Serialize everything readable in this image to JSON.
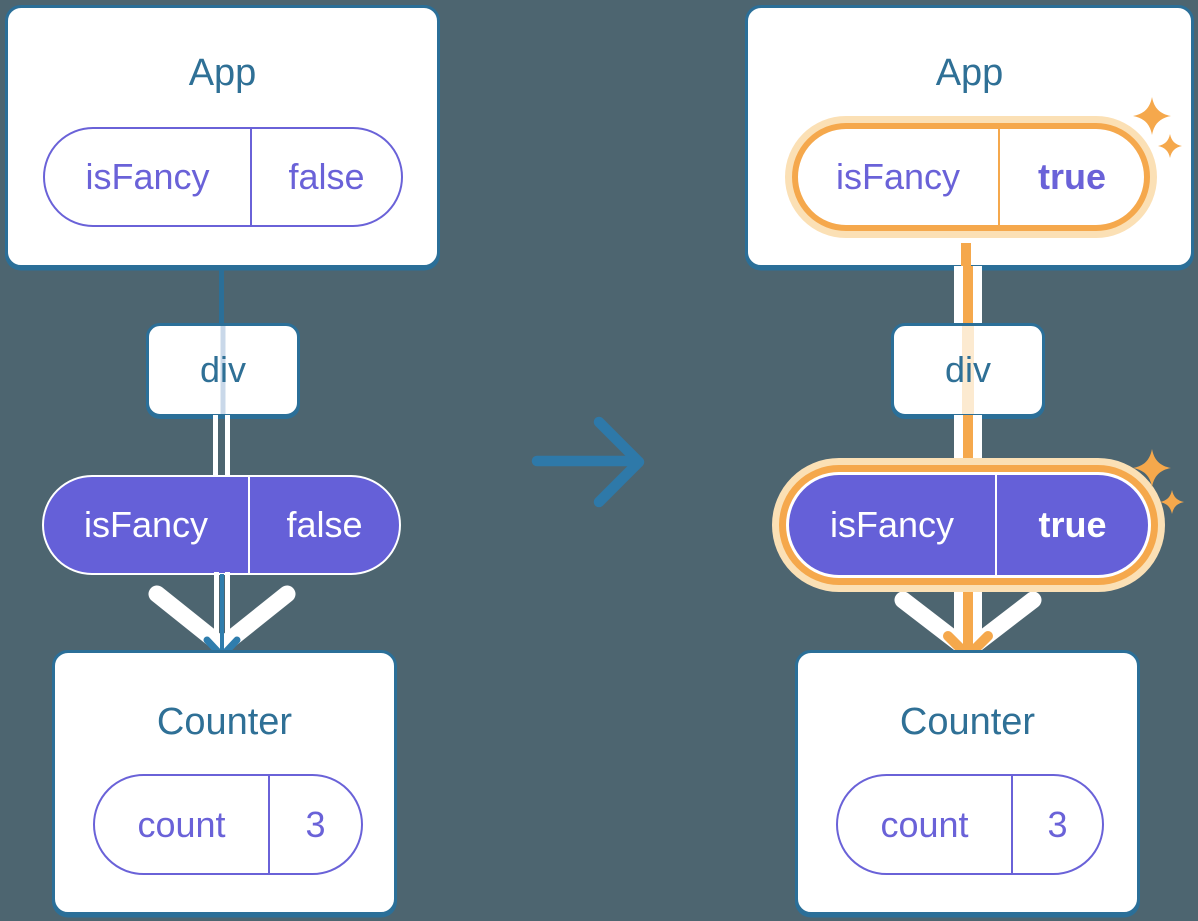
{
  "diagram": {
    "description": "Prop passing through a component tree, before and after a prop change",
    "colors": {
      "background": "#4D6570",
      "card_border": "#2B6F98",
      "title_text": "#2F7096",
      "prop_purple": "#6A62D8",
      "pill_fill_purple": "#6560D8",
      "highlight_orange": "#F5A84C",
      "highlight_halo": "#FBE0B5",
      "faded_line_blue": "#C9D8E9",
      "faded_line_cream": "#FCEAD0",
      "transition_arrow_blue": "#2E79A9",
      "pass_arrow_teal": "#2F7DAD"
    },
    "trees": [
      {
        "state": "before",
        "highlighted": false,
        "root": {
          "title": "App",
          "prop": {
            "name": "isFancy",
            "value": "false"
          }
        },
        "mid": {
          "title": "div"
        },
        "passed": {
          "name": "isFancy",
          "value": "false"
        },
        "leaf": {
          "title": "Counter",
          "prop": {
            "name": "count",
            "value": "3"
          }
        }
      },
      {
        "state": "after",
        "highlighted": true,
        "root": {
          "title": "App",
          "prop": {
            "name": "isFancy",
            "value": "true"
          }
        },
        "mid": {
          "title": "div"
        },
        "passed": {
          "name": "isFancy",
          "value": "true"
        },
        "leaf": {
          "title": "Counter",
          "prop": {
            "name": "count",
            "value": "3"
          }
        }
      }
    ],
    "icons": {
      "transition_arrow": "right-arrow-icon",
      "pass_arrow": "down-arrow-icon",
      "sparkle": "sparkle-icon"
    }
  }
}
